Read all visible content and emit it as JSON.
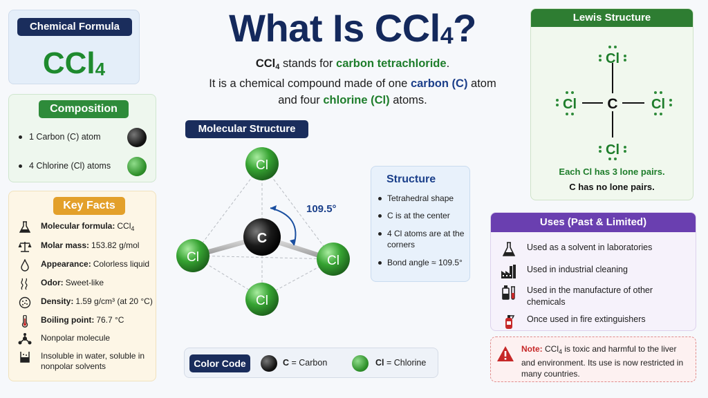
{
  "formula_panel": {
    "label": "Chemical Formula",
    "formula_main": "CCl",
    "formula_sub": "4"
  },
  "title": {
    "main": "What Is CCl",
    "sub": "4",
    "end": "?"
  },
  "intro": {
    "line1_a": "CCl",
    "line1_sub": "4",
    "line1_b": " stands for ",
    "line1_bold": "carbon tetrachloride",
    "line1_c": ".",
    "line2_a": "It is a chemical compound made of one ",
    "line2_bold": "carbon (C)",
    "line2_b": " atom",
    "line3_a": "and four ",
    "line3_bold": "chlorine (Cl)",
    "line3_b": " atoms."
  },
  "composition": {
    "label": "Composition",
    "items": [
      "1 Carbon (C) atom",
      "4 Chlorine (Cl) atoms"
    ]
  },
  "key_facts": {
    "label": "Key Facts",
    "items": [
      {
        "icon": "flask-icon",
        "name": "Molecular formula:",
        "value": "CCl",
        "value_sub": "4"
      },
      {
        "icon": "scale-icon",
        "name": "Molar mass:",
        "value": "153.82 g/mol"
      },
      {
        "icon": "droplet-icon",
        "name": "Appearance:",
        "value": "Colorless liquid"
      },
      {
        "icon": "odor-icon",
        "name": "Odor:",
        "value": "Sweet-like"
      },
      {
        "icon": "density-icon",
        "name": "Density:",
        "value": "1.59 g/cm³ (at 20 °C)"
      },
      {
        "icon": "thermometer-icon",
        "name": "Boiling point:",
        "value": "76.7 °C"
      },
      {
        "icon": "molecule-icon",
        "name": "",
        "value": "Nonpolar molecule"
      },
      {
        "icon": "beaker-icon",
        "name": "",
        "value": "Insoluble in water, soluble in nonpolar solvents"
      }
    ]
  },
  "molecular_structure": {
    "label": "Molecular Structure",
    "center_atom": "C",
    "outer_atom": "Cl",
    "angle_label": "109.5°"
  },
  "structure_box": {
    "title": "Structure",
    "items": [
      "Tetrahedral shape",
      "C is at the center",
      "4 Cl atoms are at the corners",
      "Bond angle ≈ 109.5°"
    ]
  },
  "color_code": {
    "label": "Color Code",
    "carbon_symbol": "C",
    "carbon_text": " = Carbon",
    "chlorine_symbol": "Cl",
    "chlorine_text": " = Chlorine"
  },
  "lewis": {
    "label": "Lewis Structure",
    "center": "C",
    "outer": "Cl",
    "note1": "Each Cl has 3 lone pairs.",
    "note2": "C has no lone pairs."
  },
  "uses": {
    "label": "Uses (Past & Limited)",
    "items": [
      {
        "icon": "flask-icon",
        "text": "Used as a solvent in laboratories"
      },
      {
        "icon": "factory-icon",
        "text": "Used in industrial cleaning"
      },
      {
        "icon": "chemicals-icon",
        "text": "Used in the manufacture of other chemicals"
      },
      {
        "icon": "fire-extinguisher-icon",
        "text": "Once used in fire extinguishers"
      }
    ]
  },
  "note": {
    "label": "Note:",
    "text_a": " CCl",
    "text_sub": "4",
    "text_b": " is toxic and harmful to the liver and environment. Its use is now restricted in many countries."
  },
  "colors": {
    "navy": "#1a2d5c",
    "green": "#2e8b3a",
    "orange": "#e3a02a",
    "purple": "#6a3fb0",
    "red": "#c62828"
  }
}
